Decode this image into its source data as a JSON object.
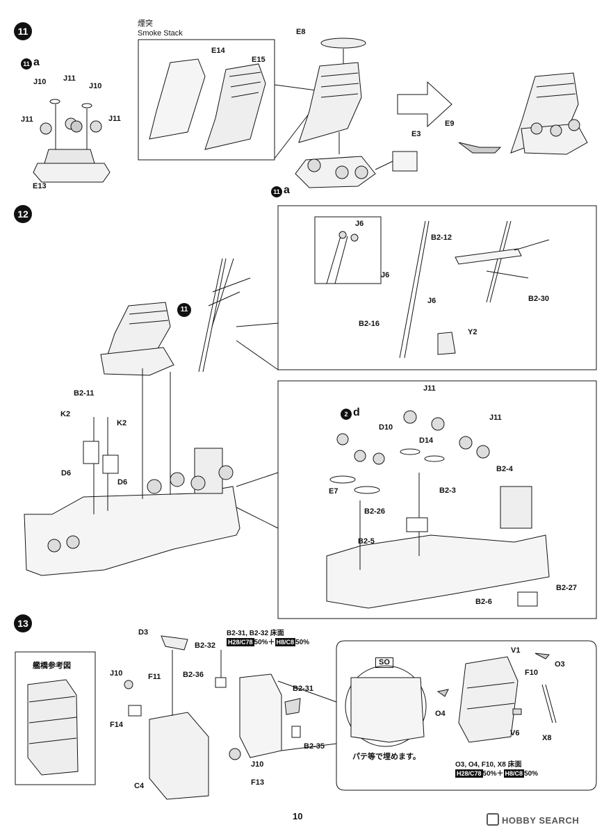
{
  "page": {
    "number": "10",
    "watermark": "HOBBY SEARCH"
  },
  "step11": {
    "num": "11",
    "sub_a": {
      "num": "11",
      "letter": "a"
    },
    "sub_a_labels": {
      "j10_left": "J10",
      "j11_top": "J11",
      "j10_right": "J10",
      "j11_left": "J11",
      "j11_right": "J11",
      "e13": "E13"
    },
    "smoke_title_jp": "煙突",
    "smoke_title_en": "Smoke Stack",
    "labels": {
      "e14": "E14",
      "e15": "E15",
      "e8": "E8",
      "e3": "E3",
      "e9": "E9"
    },
    "ref_a": {
      "num": "11",
      "letter": "a"
    }
  },
  "step12": {
    "num": "12",
    "ref11": "11",
    "labels": {
      "b2_11": "B2-11",
      "k2_left": "K2",
      "k2_right": "K2",
      "d6_left": "D6",
      "d6_right": "D6",
      "j6_inset": "J6",
      "j6_mid": "J6",
      "j6_low": "J6",
      "b2_12": "B2-12",
      "b2_30": "B2-30",
      "b2_16": "B2-16",
      "y2": "Y2",
      "j11_top": "J11",
      "j11_right": "J11",
      "d10": "D10",
      "d14": "D14",
      "e7": "E7",
      "b2_4": "B2-4",
      "b2_3": "B2-3",
      "b2_26": "B2-26",
      "b2_5": "B2-5",
      "b2_27": "B2-27",
      "b2_6": "B2-6"
    },
    "ref_2d": {
      "num": "2",
      "letter": "d"
    }
  },
  "step13": {
    "num": "13",
    "ref_title": "艦橋参考図",
    "labels": {
      "d3": "D3",
      "b2_32": "B2-32",
      "b2_36": "B2-36",
      "j10_a": "J10",
      "f11": "F11",
      "f14": "F14",
      "b2_31": "B2-31",
      "b2_35": "B2-35",
      "j10_b": "J10",
      "f13": "F13",
      "c4": "C4",
      "v1": "V1",
      "o3": "O3",
      "f10": "F10",
      "o4": "O4",
      "v6": "V6",
      "x8": "X8"
    },
    "deck_note": {
      "parts": "B2-31, B2-32 床面",
      "c1": "H28/C78",
      "p1": "50%＋",
      "c2": "H8/C8",
      "p2": "50%"
    },
    "so_tag": "SO",
    "putty_note": "パテ等で埋めます。",
    "floor_note": {
      "parts": "O3, O4, F10, X8 床面",
      "c1": "H28/C78",
      "p1": "50%＋",
      "c2": "H8/C8",
      "p2": "50%"
    }
  }
}
